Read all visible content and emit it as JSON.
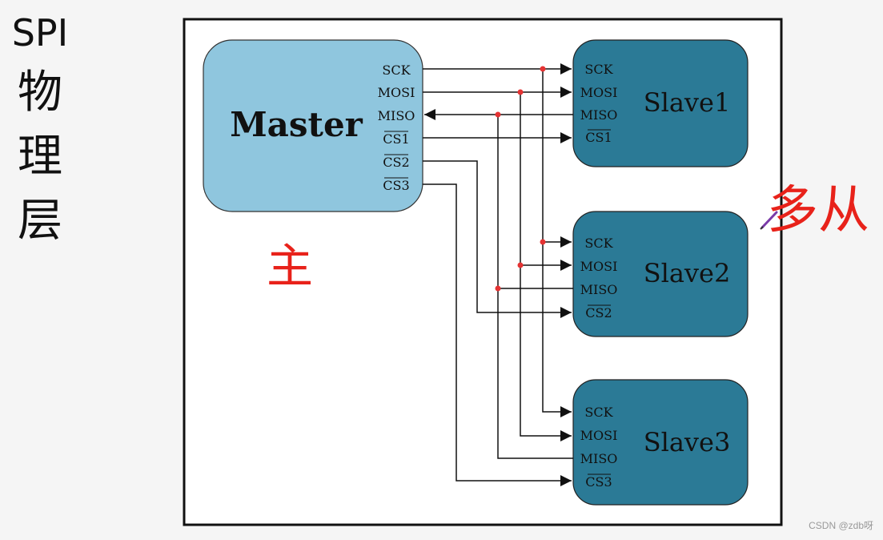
{
  "title_chars": [
    "SPI",
    "物",
    "理",
    "层"
  ],
  "master": {
    "label": "Master",
    "pins": [
      "SCK",
      "MOSI",
      "MISO",
      "CS1",
      "CS2",
      "CS3"
    ]
  },
  "slaves": [
    {
      "label": "Slave1",
      "pins": [
        "SCK",
        "MOSI",
        "MISO",
        "CS1"
      ]
    },
    {
      "label": "Slave2",
      "pins": [
        "SCK",
        "MOSI",
        "MISO",
        "CS2"
      ]
    },
    {
      "label": "Slave3",
      "pins": [
        "SCK",
        "MOSI",
        "MISO",
        "CS3"
      ]
    }
  ],
  "annotations": {
    "master_note": "主",
    "slave_note": "多从"
  },
  "watermark": "CSDN @zdb呀",
  "colors": {
    "master_fill": "#8fc6de",
    "slave_fill": "#2b7a96",
    "wire": "#111111",
    "junction": "#e53333",
    "annotation": "#e8221a"
  }
}
